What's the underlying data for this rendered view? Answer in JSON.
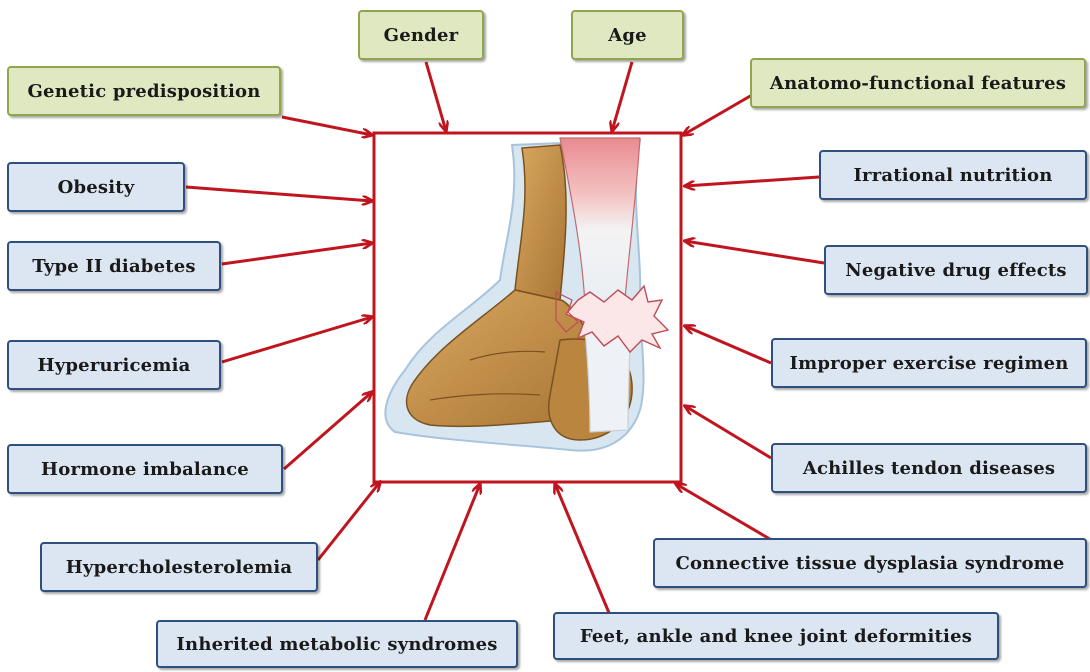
{
  "colors": {
    "arrow": "#c0151e",
    "risk_genetic_fill": "#dfe8c0",
    "risk_genetic_border": "#8fa64a",
    "risk_acquired_fill": "#dce6f2",
    "risk_acquired_border": "#2f4f7f",
    "frame": "#c0151e"
  },
  "center_image": {
    "icon": "ankle-achilles-tendon-rupture-illustration"
  },
  "factors": {
    "gender": "Gender",
    "age": "Age",
    "genetic": "Genetic predisposition",
    "anatomo": "Anatomo-functional features",
    "obesity": "Obesity",
    "diabetes": "Type II diabetes",
    "hyperuricemia": "Hyperuricemia",
    "hormone": "Hormone imbalance",
    "hypercholesterolemia": "Hypercholesterolemia",
    "inherited": "Inherited metabolic syndromes",
    "deformities": "Feet, ankle and knee joint deformities",
    "irrational": "Irrational nutrition",
    "drug": "Negative drug effects",
    "exercise": "Improper exercise regimen",
    "achilles": "Achilles tendon diseases",
    "connective": "Connective tissue dysplasia syndrome"
  }
}
